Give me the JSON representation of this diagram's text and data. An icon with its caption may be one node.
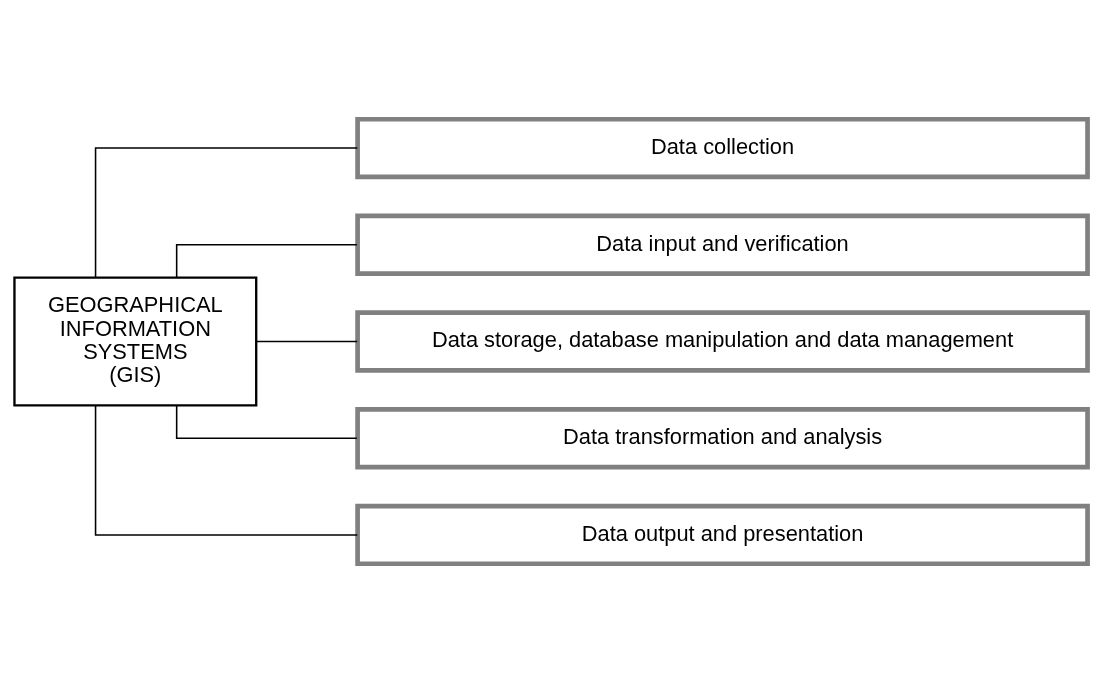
{
  "diagram": {
    "nodes": [
      {
        "text": [
          "GEOGRAPHICAL INFORMATION SYSTEMS (GIS)"
        ]
      },
      {
        "text": [
          "Data collection"
        ]
      },
      {
        "text": [
          "Data input and verification"
        ]
      },
      {
        "text": [
          "Data storage, database manipulation and data management"
        ]
      },
      {
        "text": [
          "Data transformation and analysis"
        ]
      },
      {
        "text": [
          "Data output and presentation"
        ]
      }
    ],
    "edges": [
      {
        "from": 0,
        "to": 1,
        "arrow": "none"
      },
      {
        "from": 0,
        "to": 2,
        "arrow": "none"
      },
      {
        "from": 0,
        "to": 3,
        "arrow": "none"
      },
      {
        "from": 0,
        "to": 4,
        "arrow": "none"
      },
      {
        "from": 0,
        "to": 5,
        "arrow": "none"
      }
    ]
  }
}
